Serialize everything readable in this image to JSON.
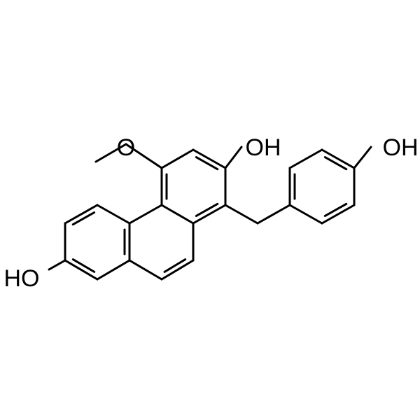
{
  "atom_labels": {
    "o_methoxy": "O",
    "oh_ring_c": "OH",
    "oh_phenyl": "OH",
    "oh_ring_a": "HO"
  },
  "colors": {
    "background": "#ffffff",
    "bond": "#000000",
    "label": "#000000"
  }
}
